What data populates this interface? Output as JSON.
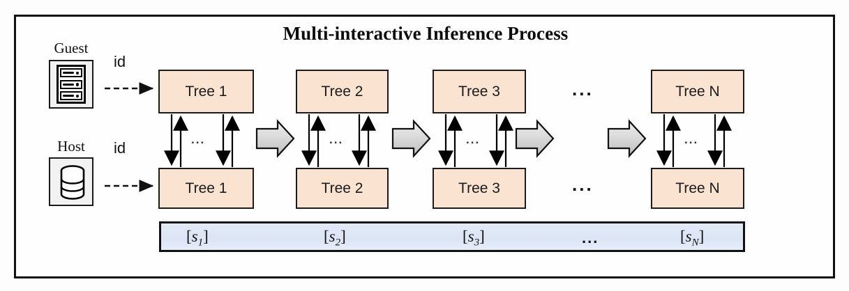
{
  "figure": {
    "title": "Multi-interactive Inference Process",
    "colors": {
      "tree_fill": "#FAE3D1",
      "tree_border": "#1B1B1B",
      "bottom_bar_fill": "#DCE5F5",
      "bottom_bar_border": "#111111",
      "block_arrow_fill": "#D4D4D4",
      "frame_border": "#111111"
    }
  },
  "parties": [
    {
      "label": "Guest",
      "icon": "server-rack-icon",
      "edge_label": "id"
    },
    {
      "label": "Host",
      "icon": "database-cylinder-icon",
      "edge_label": "id"
    }
  ],
  "columns": [
    {
      "guest_box": "Tree 1",
      "host_box": "Tree 1",
      "interaction_hint": "...",
      "score": "[s1]"
    },
    {
      "guest_box": "Tree 2",
      "host_box": "Tree 2",
      "interaction_hint": "...",
      "score": "[s2]"
    },
    {
      "guest_box": "Tree 3",
      "host_box": "Tree 3",
      "interaction_hint": "...",
      "score": "[s3]"
    },
    {
      "guest_box": "Tree N",
      "host_box": "Tree N",
      "interaction_hint": "...",
      "score": "[sN]"
    }
  ],
  "ellipses": {
    "top_row": "...",
    "bottom_row": "...",
    "bottom_bar": "..."
  },
  "score_labels": {
    "s1_base": "s",
    "s1_sub": "1",
    "s2_base": "s",
    "s2_sub": "2",
    "s3_base": "s",
    "s3_sub": "3",
    "sN_base": "s",
    "sN_sub": "N",
    "open_bracket": "[",
    "close_bracket": "]"
  },
  "flow_arrows": {
    "count": 4,
    "direction": "left-to-right",
    "style": "gray-block-arrow"
  }
}
